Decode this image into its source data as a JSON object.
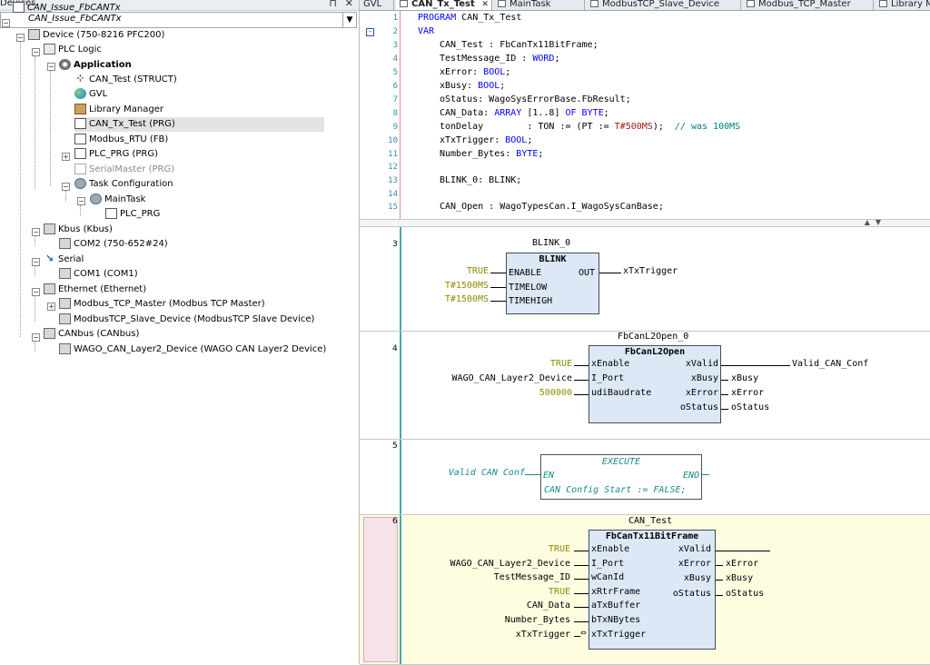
{
  "devices_pane": {
    "title": "Devices",
    "pin_glyph": "⊓",
    "close_glyph": "✕",
    "project": "CAN_Issue_FbCANTx",
    "tree": [
      {
        "label": "Device (750-8216 PFC200)",
        "icon": "device-icon"
      },
      {
        "label": "PLC Logic",
        "icon": "plc-logic-icon"
      },
      {
        "label": "Application",
        "icon": "application-icon"
      },
      {
        "label": "CAN_Test (STRUCT)",
        "icon": "struct-icon"
      },
      {
        "label": "GVL",
        "icon": "globe-icon"
      },
      {
        "label": "Library Manager",
        "icon": "library-icon"
      },
      {
        "label": "CAN_Tx_Test (PRG)",
        "icon": "program-icon"
      },
      {
        "label": "Modbus_RTU (FB)",
        "icon": "function-block-icon"
      },
      {
        "label": "PLC_PRG (PRG)",
        "icon": "program-icon"
      },
      {
        "label": "SerialMaster (PRG)",
        "icon": "program-icon"
      },
      {
        "label": "Task Configuration",
        "icon": "task-config-icon"
      },
      {
        "label": "MainTask",
        "icon": "task-icon"
      },
      {
        "label": "PLC_PRG",
        "icon": "program-call-icon"
      },
      {
        "label": "Kbus (Kbus)",
        "icon": "bus-icon"
      },
      {
        "label": "COM2 (750-652#24)",
        "icon": "module-icon"
      },
      {
        "label": "Serial",
        "icon": "serial-icon"
      },
      {
        "label": "COM1 (COM1)",
        "icon": "module-icon"
      },
      {
        "label": "Ethernet (Ethernet)",
        "icon": "bus-icon"
      },
      {
        "label": "Modbus_TCP_Master (Modbus TCP Master)",
        "icon": "module-icon"
      },
      {
        "label": "ModbusTCP_Slave_Device (ModbusTCP Slave Device)",
        "icon": "module-icon"
      },
      {
        "label": "CANbus (CANbus)",
        "icon": "bus-icon"
      },
      {
        "label": "WAGO_CAN_Layer2_Device (WAGO CAN Layer2 Device)",
        "icon": "module-icon"
      }
    ]
  },
  "tabs": [
    {
      "label": "GVL"
    },
    {
      "label": "CAN_Tx_Test",
      "active": true
    },
    {
      "label": "MainTask"
    },
    {
      "label": "ModbusTCP_Slave_Device"
    },
    {
      "label": "Modbus_TCP_Master"
    },
    {
      "label": "Library M"
    }
  ],
  "declarations": {
    "line_numbers": [
      "1",
      "2",
      "3",
      "4",
      "5",
      "6",
      "7",
      "8",
      "9",
      "10",
      "11",
      "12",
      "13",
      "14",
      "15"
    ],
    "l1_kw": "PROGRAM",
    "l1_name": " CAN_Tx_Test",
    "l2_kw": "VAR",
    "l3": "CAN_Test : FbCanTx11BitFrame;",
    "l4_a": "TestMessage_ID : ",
    "l4_kw": "WORD",
    "l4_b": ";",
    "l5_a": "xError: ",
    "l5_kw": "BOOL",
    "l5_b": ";",
    "l6_a": "xBusy: ",
    "l6_kw": "BOOL",
    "l6_b": ";",
    "l7": "oStatus: WagoSysErrorBase.FbResult;",
    "l8_a": "CAN_Data: ",
    "l8_kw1": "ARRAY",
    "l8_b": " [1..8] ",
    "l8_kw2": "OF BYTE",
    "l8_c": ";",
    "l9_a": "tonDelay        : TON := (PT := ",
    "l9_num": "T#500MS",
    "l9_b": ");  ",
    "l9_cmt": "// was 100MS",
    "l10_a": "xTxTrigger: ",
    "l10_kw": "BOOL",
    "l10_b": ";",
    "l11_a": "Number_Bytes: ",
    "l11_kw": "BYTE",
    "l11_b": ";",
    "l13": "BLINK_0: BLINK;",
    "l15": "CAN_Open : WagoTypesCan.I_WagoSysCanBase;"
  },
  "networks": [
    {
      "number": "3",
      "instance": "BLINK_0",
      "type": "BLINK",
      "inputs": [
        "ENABLE",
        "TIMELOW",
        "TIMEHIGH"
      ],
      "outputs": [
        "OUT"
      ],
      "args": [
        "TRUE",
        "T#1500MS",
        "T#1500MS"
      ],
      "out_vars": [
        "xTxTrigger"
      ]
    },
    {
      "number": "4",
      "instance": "FbCanL2Open_0",
      "type": "FbCanL2Open",
      "inputs": [
        "xEnable",
        "I_Port",
        "udiBaudrate"
      ],
      "outputs": [
        "xValid",
        "xBusy",
        "xError",
        "oStatus"
      ],
      "args": [
        "TRUE",
        "WAGO_CAN_Layer2_Device",
        "500000"
      ],
      "out_vars": [
        "Valid_CAN_Conf",
        "xBusy",
        "xError",
        "oStatus"
      ]
    },
    {
      "number": "5",
      "exec_title": "EXECUTE",
      "en_input": "Valid CAN Conf",
      "en": "EN",
      "eno": "ENO",
      "statement": "CAN Config Start := FALSE;"
    },
    {
      "number": "6",
      "instance": "CAN_Test",
      "type": "FbCanTx11BitFrame",
      "inputs": [
        "xEnable",
        "I_Port",
        "wCanId",
        "xRtrFrame",
        "aTxBuffer",
        "bTxNBytes",
        "xTxTrigger"
      ],
      "outputs": [
        "xValid",
        "xError",
        "xBusy",
        "oStatus"
      ],
      "args": [
        "TRUE",
        "WAGO_CAN_Layer2_Device",
        "TestMessage_ID",
        "TRUE",
        "CAN_Data",
        "Number_Bytes",
        "xTxTrigger"
      ],
      "out_vars": [
        "",
        "xError",
        "xBusy",
        "oStatus"
      ],
      "edge_marker": "⇔"
    }
  ]
}
